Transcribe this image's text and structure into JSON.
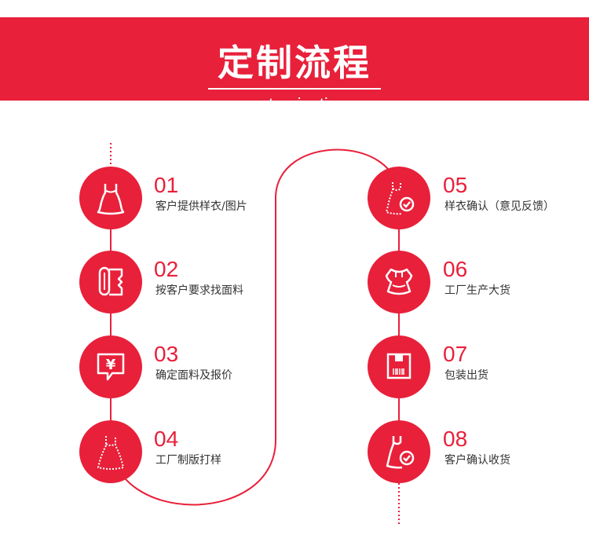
{
  "header": {
    "title": "定制流程",
    "subtitle": "customization"
  },
  "colors": {
    "accent": "#e8203a",
    "text": "#333333",
    "background": "#ffffff"
  },
  "steps": [
    {
      "num": "01",
      "label": "客户提供样衣/图片",
      "icon": "dress-icon"
    },
    {
      "num": "02",
      "label": "按客户要求找面料",
      "icon": "fabric-roll-icon"
    },
    {
      "num": "03",
      "label": "确定面料及报价",
      "icon": "price-quote-icon"
    },
    {
      "num": "04",
      "label": "工厂制版打样",
      "icon": "dress-pattern-icon"
    },
    {
      "num": "05",
      "label": "样衣确认（意见反馈）",
      "icon": "dress-check-icon"
    },
    {
      "num": "06",
      "label": "工厂生产大货",
      "icon": "clothes-stack-icon"
    },
    {
      "num": "07",
      "label": "包装出货",
      "icon": "package-icon"
    },
    {
      "num": "08",
      "label": "客户确认收货",
      "icon": "dress-received-icon"
    }
  ]
}
